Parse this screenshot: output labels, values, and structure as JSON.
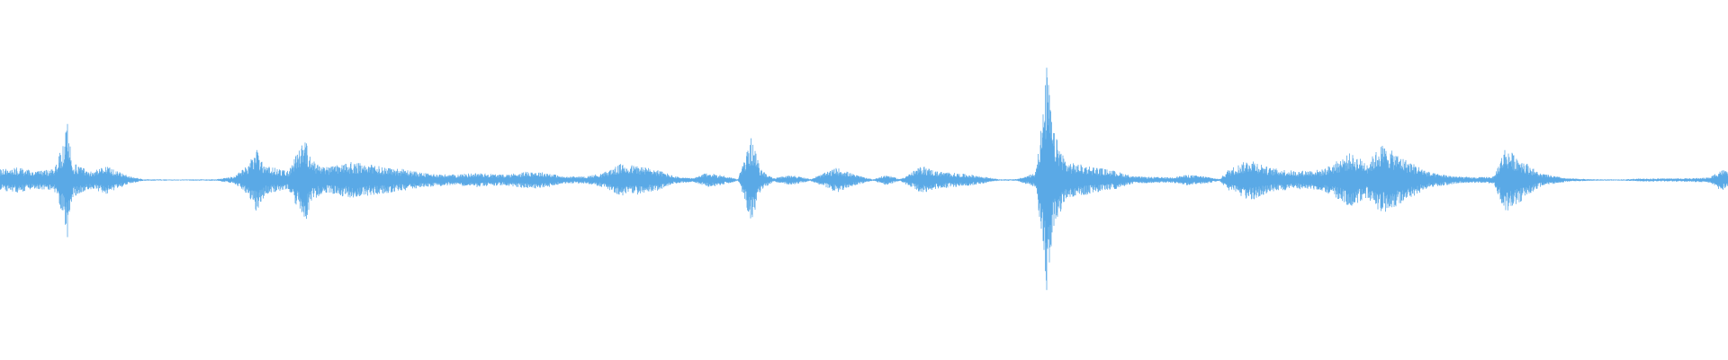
{
  "waveform": {
    "color": "#5aa9e6",
    "amplitude_scale": 1.0,
    "envelope": [
      [
        0,
        0.06
      ],
      [
        20,
        0.07
      ],
      [
        40,
        0.05
      ],
      [
        60,
        0.06
      ],
      [
        70,
        0.2
      ],
      [
        75,
        0.32
      ],
      [
        80,
        0.1
      ],
      [
        100,
        0.05
      ],
      [
        120,
        0.08
      ],
      [
        130,
        0.05
      ],
      [
        145,
        0.02
      ],
      [
        160,
        0.004
      ],
      [
        200,
        0.003
      ],
      [
        240,
        0.004
      ],
      [
        260,
        0.02
      ],
      [
        275,
        0.08
      ],
      [
        285,
        0.18
      ],
      [
        295,
        0.08
      ],
      [
        320,
        0.05
      ],
      [
        340,
        0.25
      ],
      [
        345,
        0.12
      ],
      [
        360,
        0.07
      ],
      [
        390,
        0.1
      ],
      [
        420,
        0.08
      ],
      [
        450,
        0.06
      ],
      [
        470,
        0.04
      ],
      [
        500,
        0.03
      ],
      [
        530,
        0.04
      ],
      [
        560,
        0.03
      ],
      [
        590,
        0.05
      ],
      [
        610,
        0.04
      ],
      [
        625,
        0.02
      ],
      [
        650,
        0.02
      ],
      [
        670,
        0.04
      ],
      [
        690,
        0.09
      ],
      [
        710,
        0.08
      ],
      [
        730,
        0.06
      ],
      [
        750,
        0.02
      ],
      [
        770,
        0.01
      ],
      [
        785,
        0.04
      ],
      [
        800,
        0.03
      ],
      [
        820,
        0.005
      ],
      [
        835,
        0.24
      ],
      [
        845,
        0.06
      ],
      [
        860,
        0.01
      ],
      [
        880,
        0.03
      ],
      [
        900,
        0.005
      ],
      [
        930,
        0.07
      ],
      [
        950,
        0.03
      ],
      [
        970,
        0.004
      ],
      [
        985,
        0.03
      ],
      [
        1000,
        0.005
      ],
      [
        1025,
        0.08
      ],
      [
        1040,
        0.05
      ],
      [
        1060,
        0.04
      ],
      [
        1080,
        0.03
      ],
      [
        1110,
        0.004
      ],
      [
        1130,
        0.005
      ],
      [
        1150,
        0.04
      ],
      [
        1160,
        0.42
      ],
      [
        1163,
        0.65
      ],
      [
        1170,
        0.28
      ],
      [
        1185,
        0.1
      ],
      [
        1210,
        0.08
      ],
      [
        1240,
        0.05
      ],
      [
        1260,
        0.02
      ],
      [
        1300,
        0.015
      ],
      [
        1320,
        0.03
      ],
      [
        1340,
        0.02
      ],
      [
        1355,
        0.005
      ],
      [
        1365,
        0.06
      ],
      [
        1390,
        0.12
      ],
      [
        1410,
        0.07
      ],
      [
        1440,
        0.05
      ],
      [
        1470,
        0.06
      ],
      [
        1500,
        0.15
      ],
      [
        1520,
        0.1
      ],
      [
        1535,
        0.2
      ],
      [
        1560,
        0.12
      ],
      [
        1590,
        0.04
      ],
      [
        1620,
        0.02
      ],
      [
        1640,
        0.015
      ],
      [
        1660,
        0.02
      ],
      [
        1672,
        0.18
      ],
      [
        1690,
        0.12
      ],
      [
        1710,
        0.04
      ],
      [
        1740,
        0.01
      ],
      [
        1770,
        0.004
      ],
      [
        1800,
        0.003
      ],
      [
        1820,
        0.008
      ],
      [
        1880,
        0.01
      ],
      [
        1900,
        0.015
      ],
      [
        1912,
        0.06
      ],
      [
        1920,
        0.05
      ]
    ]
  }
}
